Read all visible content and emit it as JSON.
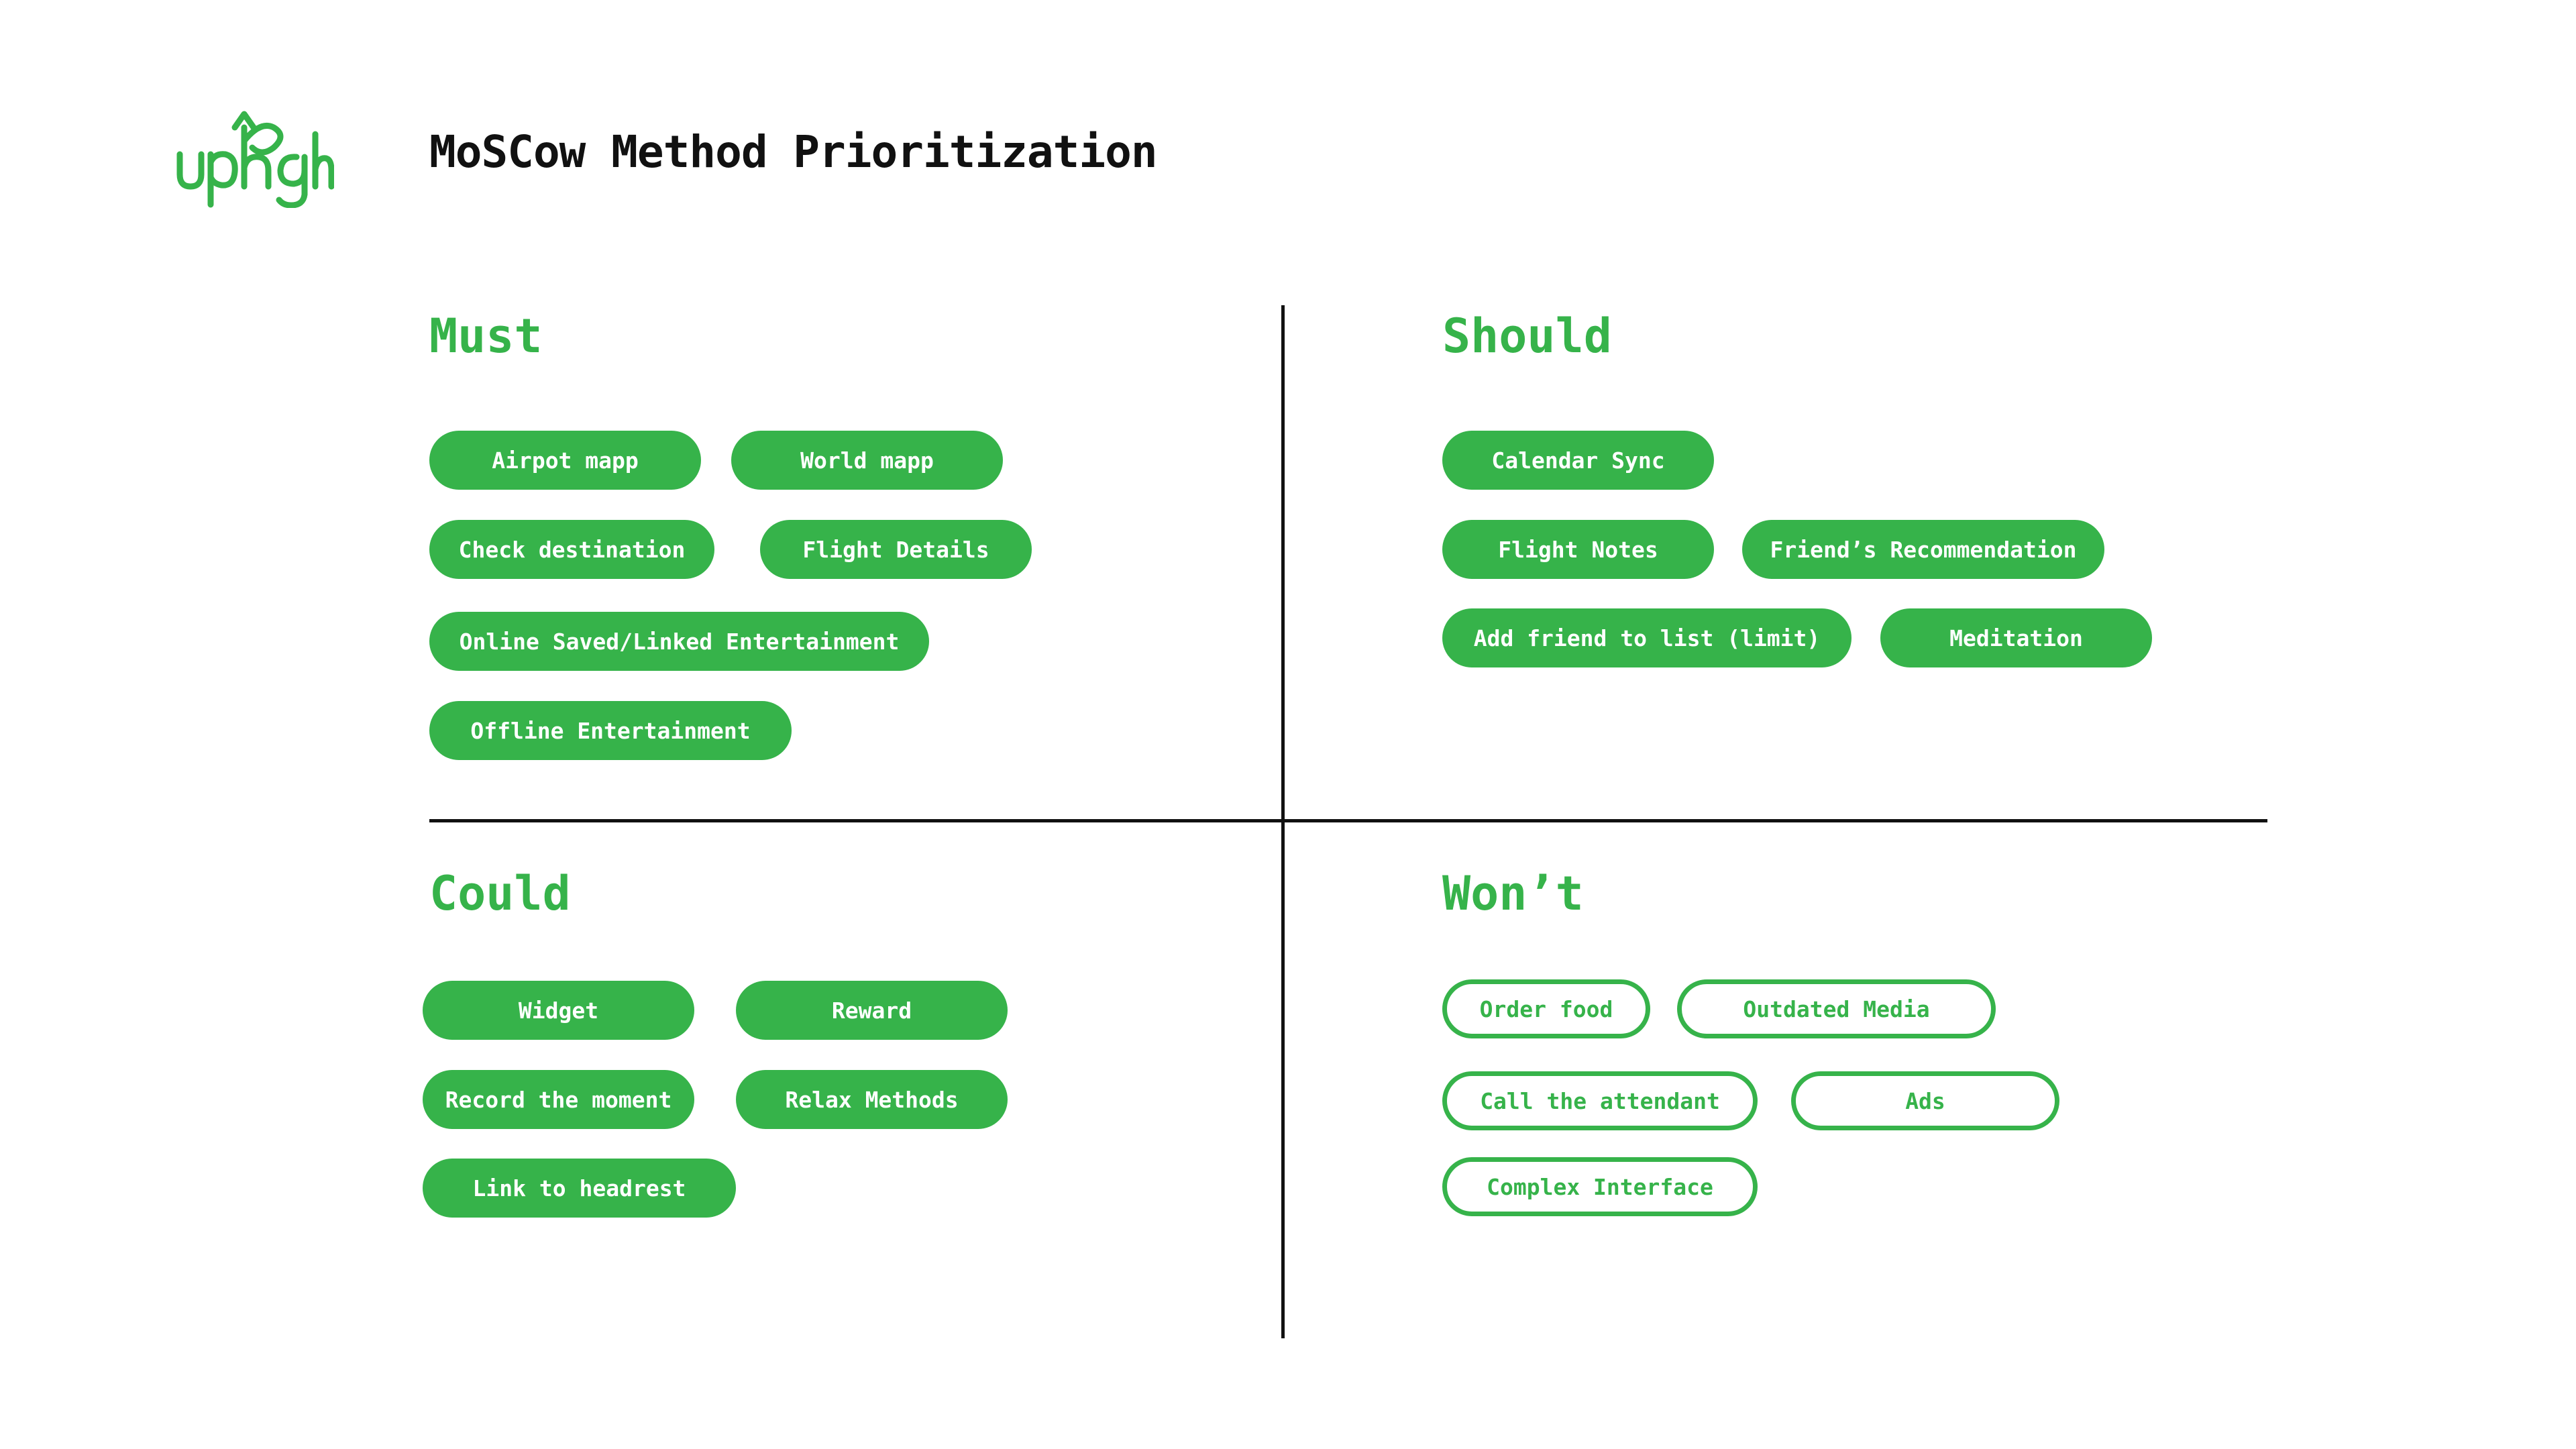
{
  "page": {
    "logo_text": "uphigh",
    "title": "MoSCow Method Prioritization"
  },
  "colors": {
    "accent": "#36b34a",
    "ink": "#111111",
    "background": "#ffffff"
  },
  "quadrants": {
    "must": {
      "heading": "Must",
      "items": [
        "Airpot mapp",
        "World mapp",
        "Check destination",
        "Flight Details",
        "Online Saved/Linked Entertainment",
        "Offline Entertainment"
      ]
    },
    "should": {
      "heading": "Should",
      "items": [
        "Calendar Sync",
        "Flight Notes",
        "Friend’s Recommendation",
        "Add friend to list (limit)",
        "Meditation"
      ]
    },
    "could": {
      "heading": "Could",
      "items": [
        "Widget",
        "Reward",
        "Record the moment",
        "Relax Methods",
        "Link to headrest"
      ]
    },
    "wont": {
      "heading": "Won’t",
      "items": [
        "Order food",
        "Outdated Media",
        "Call the attendant",
        "Ads",
        "Complex Interface"
      ]
    }
  }
}
